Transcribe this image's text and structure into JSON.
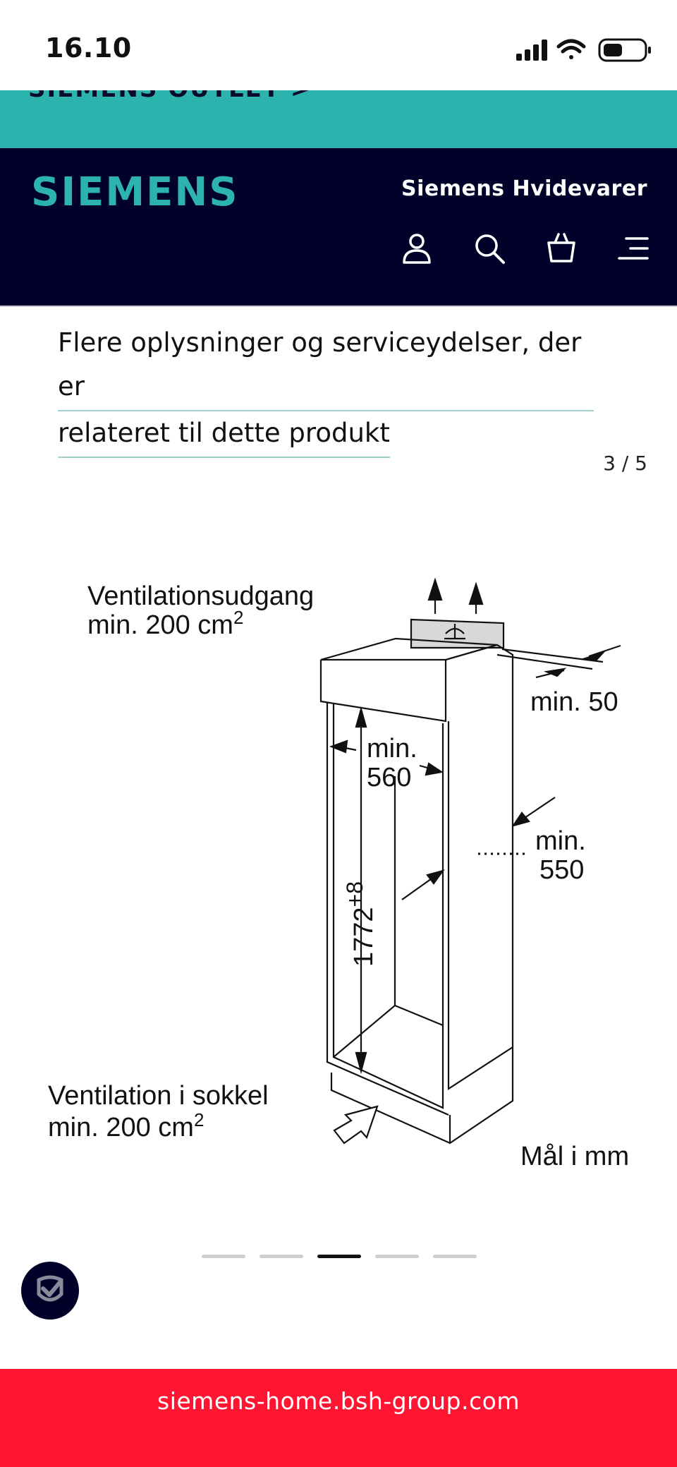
{
  "status": {
    "time": "16.10"
  },
  "promo": {
    "text": "SIEMENS OUTLET >"
  },
  "header": {
    "logo": "SIEMENS",
    "subtitle": "Siemens Hvidevarer",
    "icons": [
      "account-icon",
      "search-icon",
      "basket-icon",
      "menu-icon"
    ]
  },
  "info": {
    "line1": "Flere oplysninger og serviceydelser, der er",
    "line2": "relateret til dette produkt"
  },
  "gallery": {
    "counter": "3 / 5",
    "total": 5,
    "active_index": 3
  },
  "diagram": {
    "vent_out_1": "Ventilationsudgang",
    "vent_out_2": "min. 200 cm",
    "vent_out_sup": "2",
    "min50": "min. 50",
    "min560_a": "min.",
    "min560_b": "560",
    "min550_a": "min.",
    "min550_b": "550",
    "height_main": "1772",
    "height_sup": "+8",
    "vent_base_1": "Ventilation i sokkel",
    "vent_base_2": "min. 200 cm",
    "vent_base_sup": "2",
    "units": "Mål i mm"
  },
  "footer": {
    "url": "siemens-home.bsh-group.com"
  },
  "colors": {
    "teal": "#2db3ad",
    "navy": "#000028",
    "red": "#ff1531"
  }
}
